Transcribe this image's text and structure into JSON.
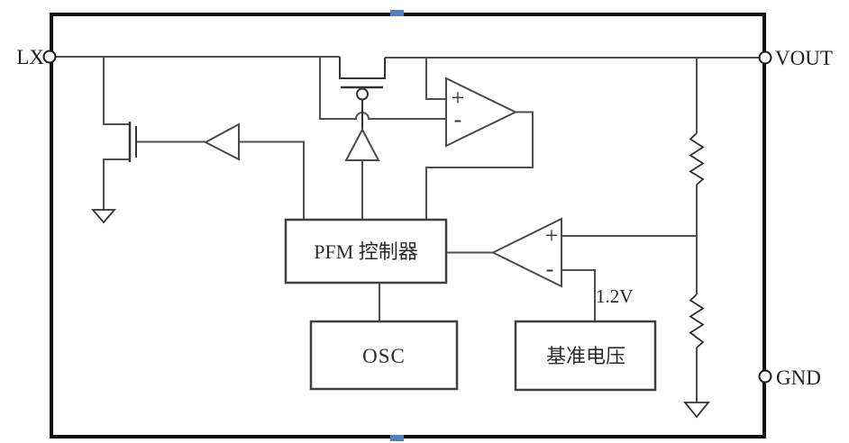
{
  "diagram": {
    "pins": {
      "lx": {
        "label": "LX"
      },
      "vout": {
        "label": "VOUT"
      },
      "gnd": {
        "label": "GND"
      }
    },
    "blocks": {
      "pfm": {
        "label": "PFM 控制器"
      },
      "osc": {
        "label": "OSC"
      },
      "vref": {
        "label": "基准电压"
      }
    },
    "annotations": {
      "vref_value": "1.2V"
    },
    "opamp_signs": {
      "plus": "+",
      "minus": "-"
    },
    "colors": {
      "background": "#ffffff",
      "border": "#111111",
      "wire": "#4f4f4f",
      "component": "#333333",
      "box_stroke": "#3f3f3f",
      "text": "#1f1f1f",
      "selection_handle": "#4f81bd"
    },
    "symbols": [
      "pmos-switch",
      "nmos-switch",
      "comparator",
      "buffer",
      "resistor-divider",
      "ground",
      "pin-terminal",
      "wire-hop"
    ]
  }
}
